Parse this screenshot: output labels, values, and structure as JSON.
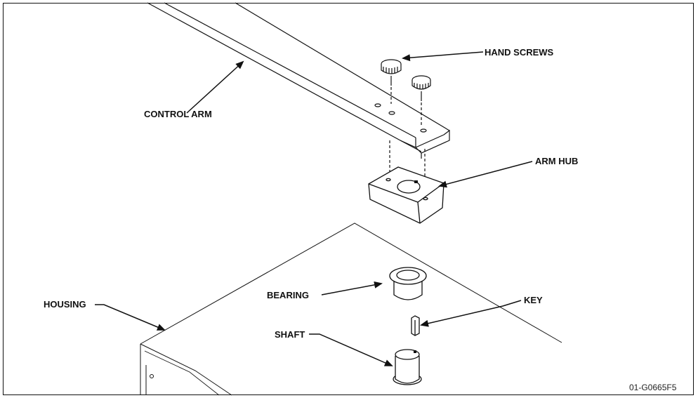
{
  "labels": {
    "hand_screws": "HAND SCREWS",
    "control_arm": "CONTROL ARM",
    "arm_hub": "ARM HUB",
    "housing": "HOUSING",
    "bearing": "BEARING",
    "key": "KEY",
    "shaft": "SHAFT"
  },
  "figure_id": "01-G0665F5"
}
